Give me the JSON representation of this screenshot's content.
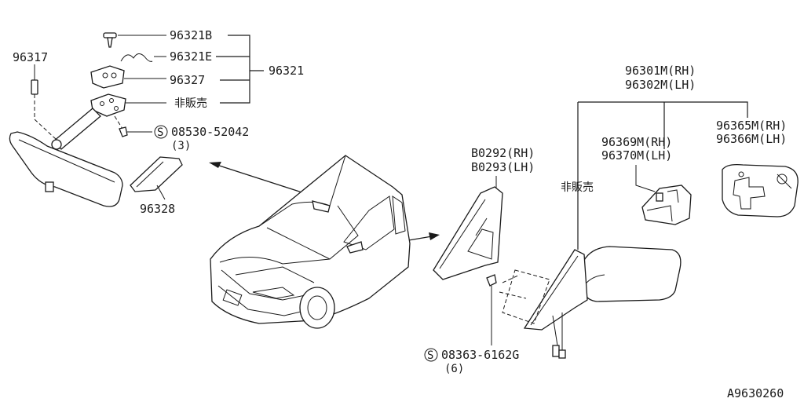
{
  "diagram": {
    "ref_code": "A9630260",
    "labels": {
      "p96321B": "96321B",
      "p96321E": "96321E",
      "p96327": "96327",
      "not_for_sale_left": "非販売",
      "p96321": "96321",
      "p96317": "96317",
      "screw_left": "08530-52042",
      "screw_left_qty": "(3)",
      "p96328": "96328",
      "p96301M": "96301M(RH)",
      "p96302M": "96302M(LH)",
      "p96365M": "96365M(RH)",
      "p96366M": "96366M(LH)",
      "p96369M": "96369M(RH)",
      "p96370M": "96370M(LH)",
      "not_for_sale_right": "非販売",
      "pB0292": "B0292(RH)",
      "pB0293": "B0293(LH)",
      "screw_right": "08363-6162G",
      "screw_right_qty": "(6)",
      "screw_symbol": "S"
    }
  }
}
